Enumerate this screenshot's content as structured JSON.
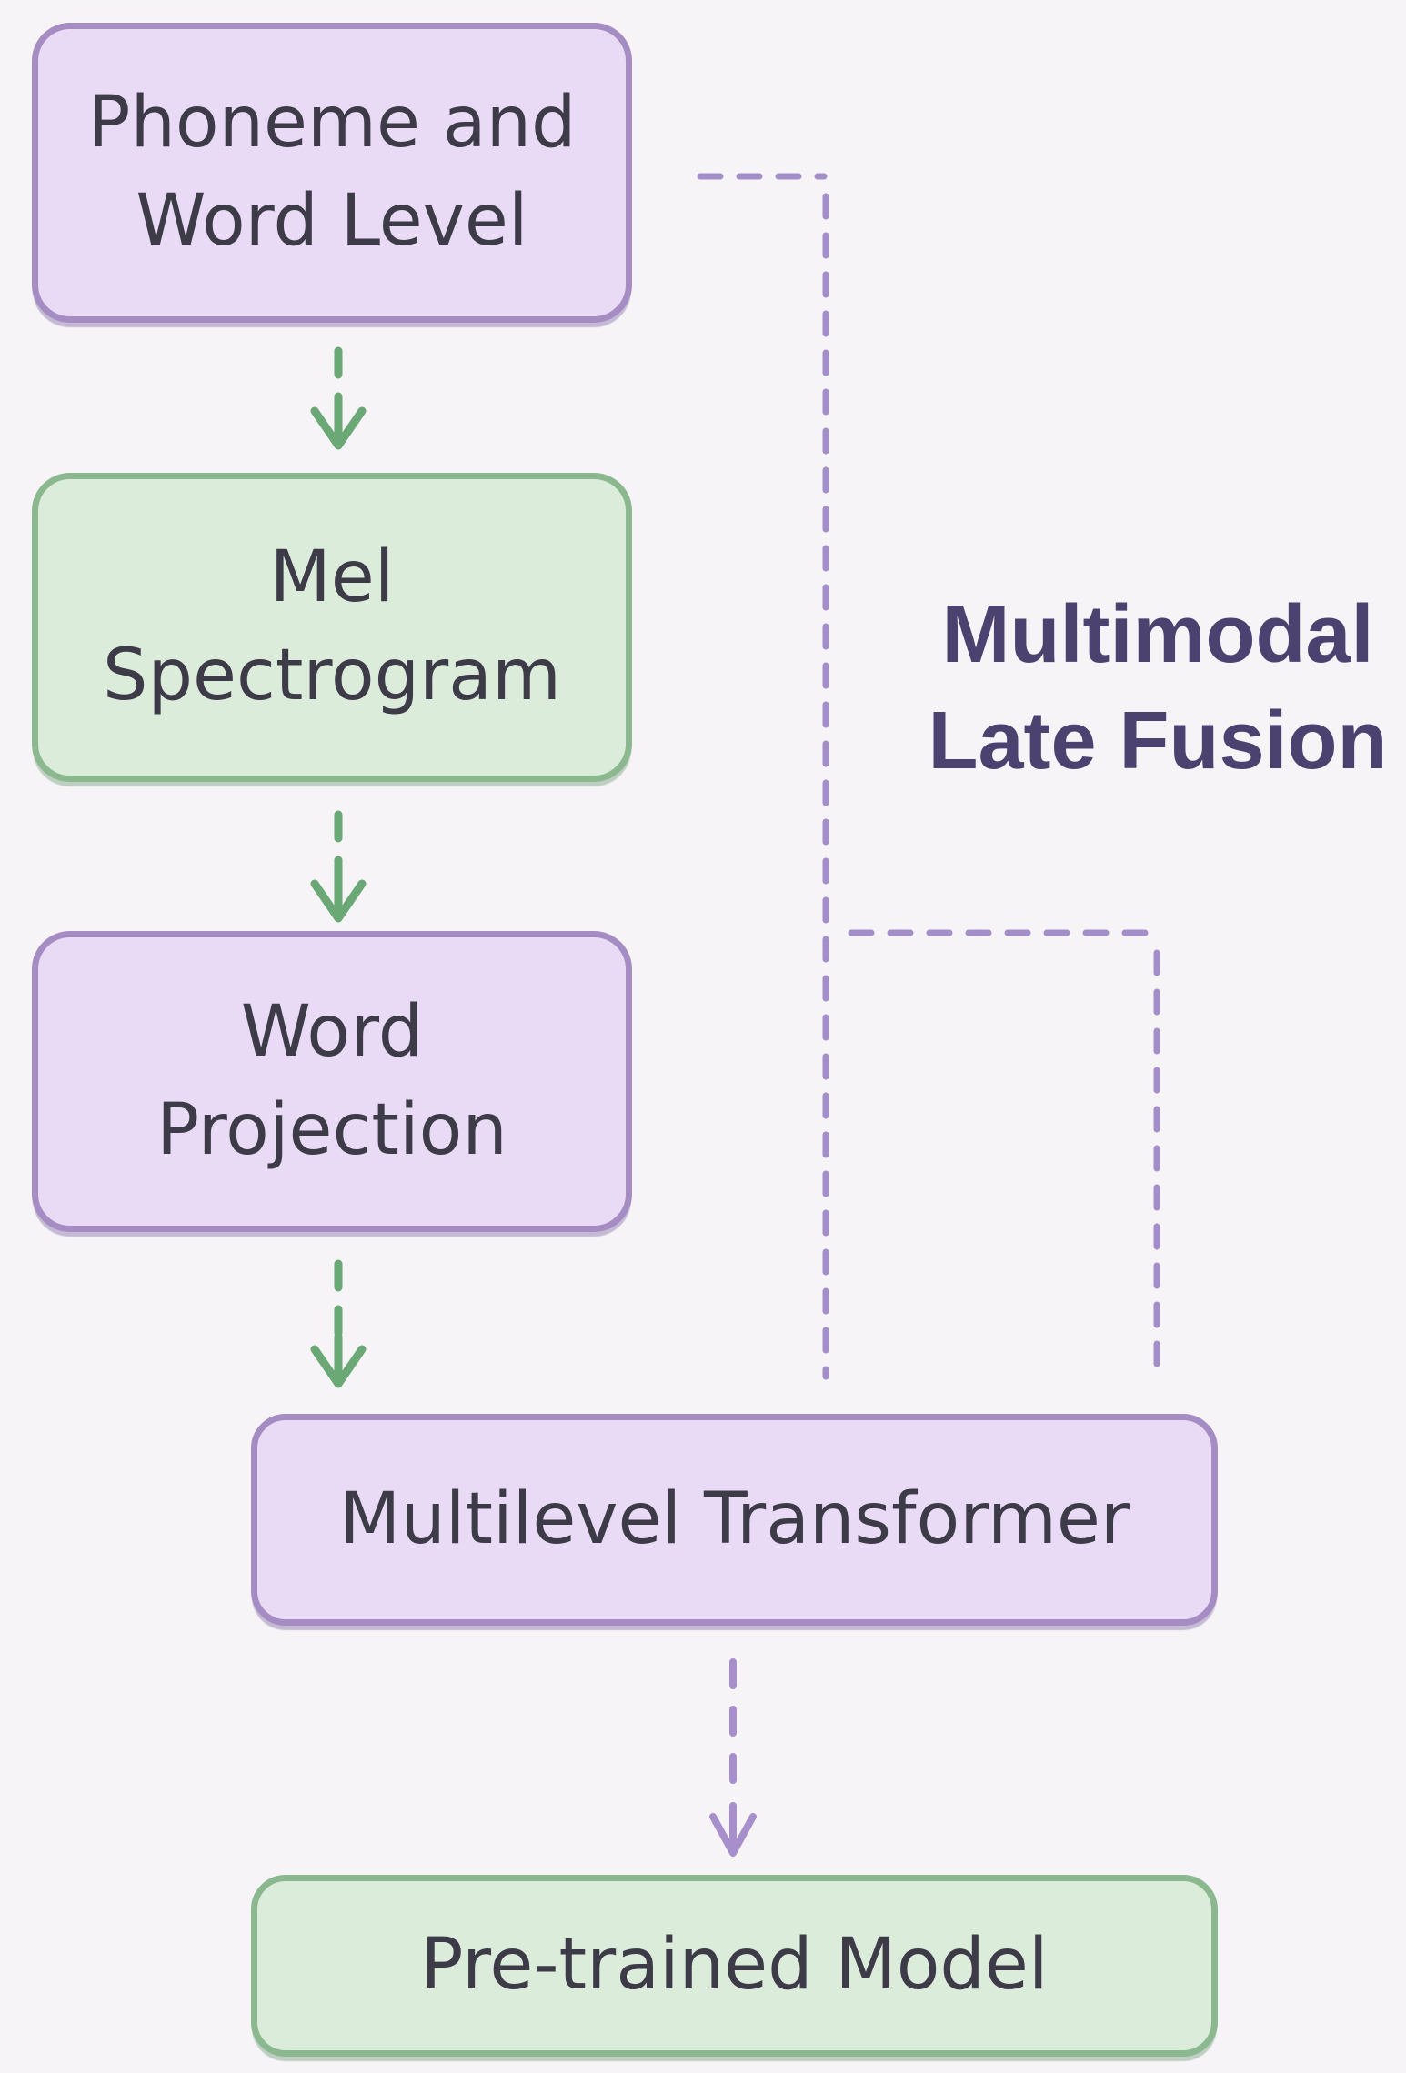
{
  "diagram": {
    "nodes": [
      {
        "id": "phoneme-word-level",
        "label": "Phoneme and\nWord Level",
        "color_variant": "purple"
      },
      {
        "id": "mel-spectrogram",
        "label": "Mel\nSpectrogram",
        "color_variant": "green"
      },
      {
        "id": "word-projection",
        "label": "Word\nProjection",
        "color_variant": "purple"
      },
      {
        "id": "multilevel-transformer",
        "label": "Multilevel Transformer",
        "color_variant": "purple"
      },
      {
        "id": "pre-trained-model",
        "label": "Pre-trained Model",
        "color_variant": "green"
      }
    ],
    "annotation": {
      "label": "Multimodal\nLate Fusion"
    },
    "connectors": [
      {
        "id": "arrow-phoneme-to-mel",
        "style": "dashed-arrow",
        "color": "#6aa875"
      },
      {
        "id": "arrow-mel-to-word-projection",
        "style": "dashed-arrow",
        "color": "#6aa875"
      },
      {
        "id": "arrow-word-projection-to-transformer",
        "style": "dashed-arrow",
        "color": "#6aa875"
      },
      {
        "id": "arrow-transformer-to-pretrained",
        "style": "dashed-arrow",
        "color": "#a78fcb"
      },
      {
        "id": "fusion-connector-left",
        "style": "dashed-elbow",
        "color": "#a48ec9"
      },
      {
        "id": "fusion-connector-right",
        "style": "dashed-elbow",
        "color": "#a48ec9"
      }
    ],
    "colors": {
      "background": "#f6f4f7",
      "purple_node_fill": "#e9daf5",
      "purple_node_border": "#a58cc3",
      "green_node_fill": "#dcecdb",
      "green_node_border": "#8cb88f",
      "node_text": "#3d3b48",
      "annotation_text": "#4b4270",
      "connector_purple": "#a48ec9",
      "arrow_green": "#6aa875",
      "arrow_purple": "#a78fcb"
    }
  }
}
